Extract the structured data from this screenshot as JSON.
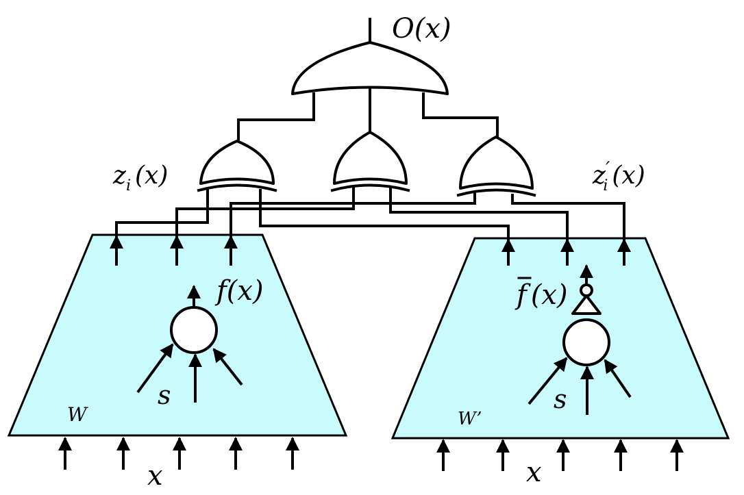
{
  "labels": {
    "output": "O(x)",
    "z_left": "z",
    "z_left_sub": "i",
    "z_left_arg": "(x)",
    "z_right": "z",
    "z_right_prime": "′",
    "z_right_sub": "i",
    "z_right_arg": "(x)",
    "f_left": "f(x)",
    "f_right": "f",
    "f_right_arg": "(x)",
    "s_left": "s",
    "s_right": "s",
    "w_left": "W",
    "w_right": "W’",
    "x_left": "x",
    "x_right": "x"
  },
  "colors": {
    "network_fill": "#c9fbfd",
    "stroke": "#000000"
  }
}
